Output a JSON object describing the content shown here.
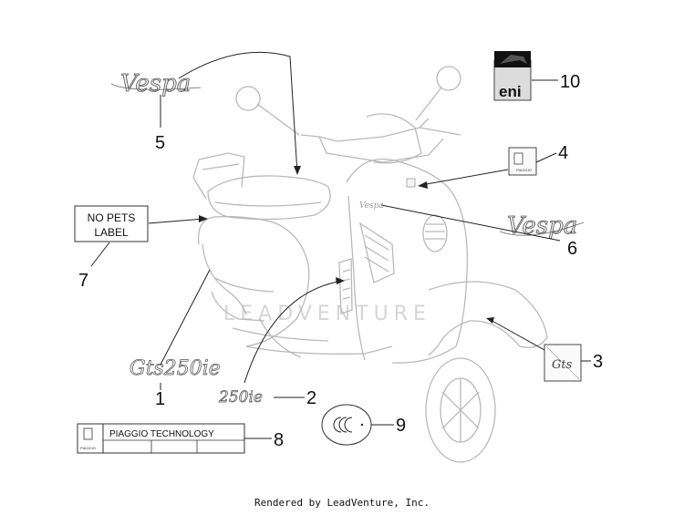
{
  "watermark": "LEADVENTURE",
  "footer": "Rendered by LeadVenture, Inc.",
  "labels": {
    "no_pets_line1": "NO PETS",
    "no_pets_line2": "LABEL",
    "piaggio_technology": "PIAGGIO TECHNOLOGY",
    "piaggio_small": "PIAGGIO",
    "eni": "eni",
    "vespa_script": "Vespa",
    "gts_script": "Gts250ie",
    "ie_script": "250ie",
    "gts_badge_script": "Gts"
  },
  "callouts": [
    {
      "id": "1",
      "text": "1"
    },
    {
      "id": "2",
      "text": "2"
    },
    {
      "id": "3",
      "text": "3"
    },
    {
      "id": "4",
      "text": "4"
    },
    {
      "id": "5",
      "text": "5"
    },
    {
      "id": "6",
      "text": "6"
    },
    {
      "id": "7",
      "text": "7"
    },
    {
      "id": "8",
      "text": "8"
    },
    {
      "id": "9",
      "text": "9"
    },
    {
      "id": "10",
      "text": "10"
    }
  ],
  "colors": {
    "scooter_line": "#b9b9b9",
    "leader": "#222222",
    "logo_fill": "#dddddd"
  }
}
